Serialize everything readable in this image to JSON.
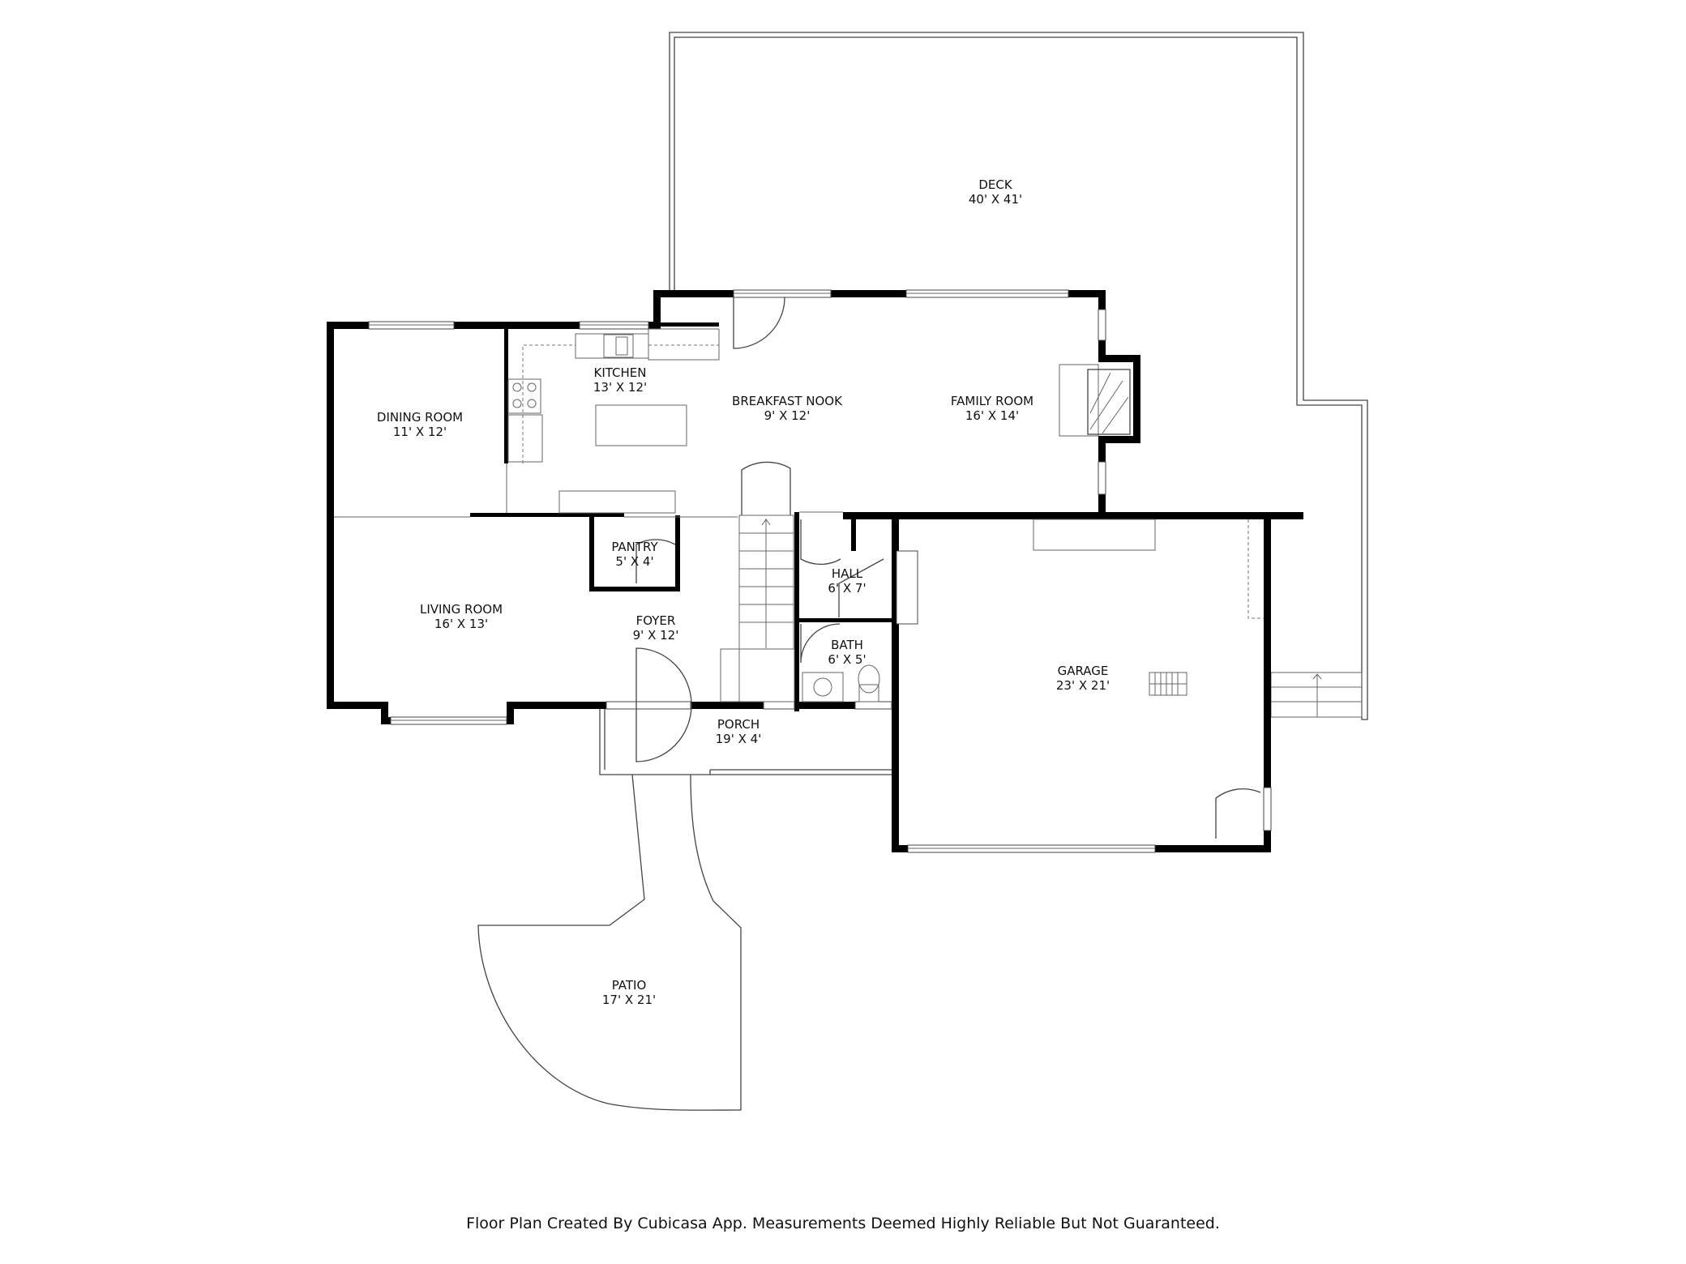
{
  "rooms": [
    {
      "id": "deck",
      "name": "DECK",
      "dims": "40' X 41'"
    },
    {
      "id": "kitchen",
      "name": "KITCHEN",
      "dims": "13' X 12'"
    },
    {
      "id": "breakfast",
      "name": "BREAKFAST NOOK",
      "dims": "9' X 12'"
    },
    {
      "id": "family",
      "name": "FAMILY ROOM",
      "dims": "16' X 14'"
    },
    {
      "id": "dining",
      "name": "DINING ROOM",
      "dims": "11' X 12'"
    },
    {
      "id": "pantry",
      "name": "PANTRY",
      "dims": "5' X 4'"
    },
    {
      "id": "hall",
      "name": "HALL",
      "dims": "6' X 7'"
    },
    {
      "id": "living",
      "name": "LIVING ROOM",
      "dims": "16' X 13'"
    },
    {
      "id": "foyer",
      "name": "FOYER",
      "dims": "9' X 12'"
    },
    {
      "id": "bath",
      "name": "BATH",
      "dims": "6' X 5'"
    },
    {
      "id": "garage",
      "name": "GARAGE",
      "dims": "23' X 21'"
    },
    {
      "id": "porch",
      "name": "PORCH",
      "dims": "19' X 4'"
    },
    {
      "id": "patio",
      "name": "PATIO",
      "dims": "17' X 21'"
    }
  ],
  "footer": "Floor Plan Created By Cubicasa App. Measurements Deemed Highly Reliable But Not Guaranteed."
}
